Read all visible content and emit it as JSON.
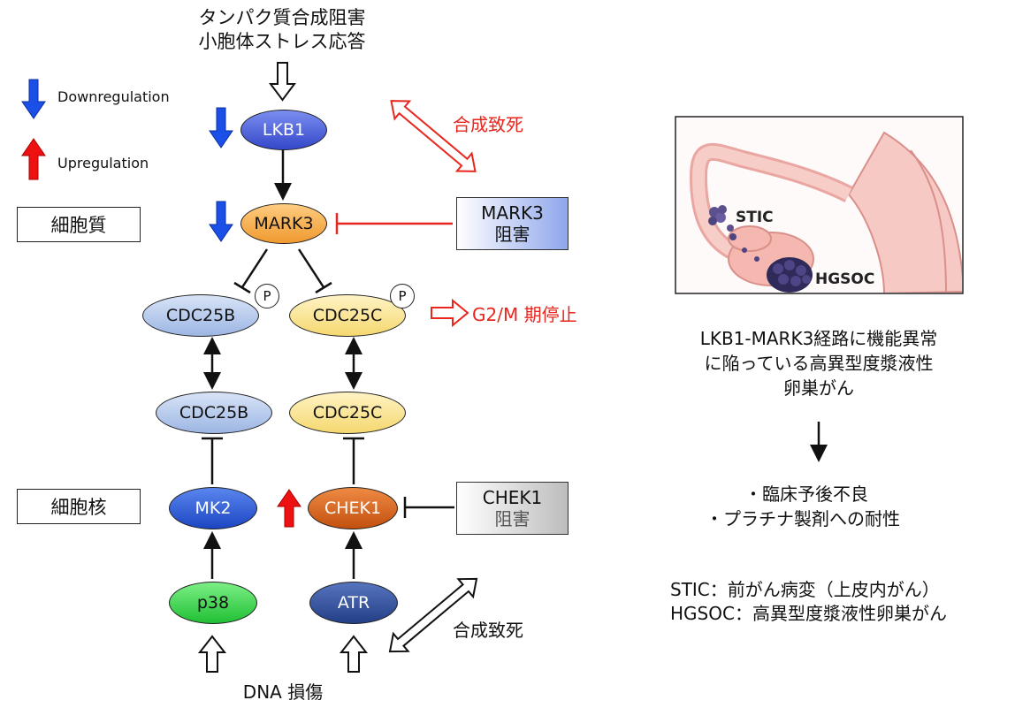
{
  "top_stimulus": [
    "タンパク質合成阻害",
    "小胞体ストレス応答"
  ],
  "legend": {
    "down_label": "Downregulation",
    "up_label": "Upregulation"
  },
  "compartments": {
    "cytoplasm": "細胞質",
    "nucleus": "細胞核"
  },
  "nodes": {
    "lkb1": "LKB1",
    "mark3": "MARK3",
    "cdc25b_p": "CDC25B",
    "cdc25c_p": "CDC25C",
    "cdc25b": "CDC25B",
    "cdc25c": "CDC25C",
    "mk2": "MK2",
    "chek1": "CHEK1",
    "p38": "p38",
    "atr": "ATR"
  },
  "phospho_label": "P",
  "inhibitors": {
    "mark3": [
      "MARK3",
      "阻害"
    ],
    "chek1": [
      "CHEK1",
      "阻害"
    ]
  },
  "synthetic_lethal_top": "合成致死",
  "synthetic_lethal_bottom": "合成致死",
  "g2m_arrest": "G2/M 期停止",
  "dna_damage": "DNA 損傷",
  "illustration": {
    "stic_label": "STIC",
    "hgsoc_label": "HGSOC"
  },
  "right_caption": [
    "LKB1-MARK3経路に機能異常",
    "に陥っている高異型度漿液性",
    "卵巣がん"
  ],
  "outcomes": [
    "・臨床予後不良",
    "・プラチナ製剤への耐性"
  ],
  "definitions": [
    "STIC：前がん病変（上皮内がん）",
    "HGSOC：高異型度漿液性卵巣がん"
  ],
  "colors": {
    "down_arrow": "#1a4fe8",
    "up_arrow": "#ee1111",
    "inhibit_red": "#e8261e",
    "lkb1_fill": "#4a63e0",
    "mark3_fill": "#f4a742",
    "cdc25b_fill": "#b9cdee",
    "cdc25c_fill": "#fbe79a",
    "mk2_fill": "#2a5bd8",
    "chek1_fill": "#d9641c",
    "p38_fill": "#35d44a",
    "atr_fill": "#2f4f9e"
  }
}
